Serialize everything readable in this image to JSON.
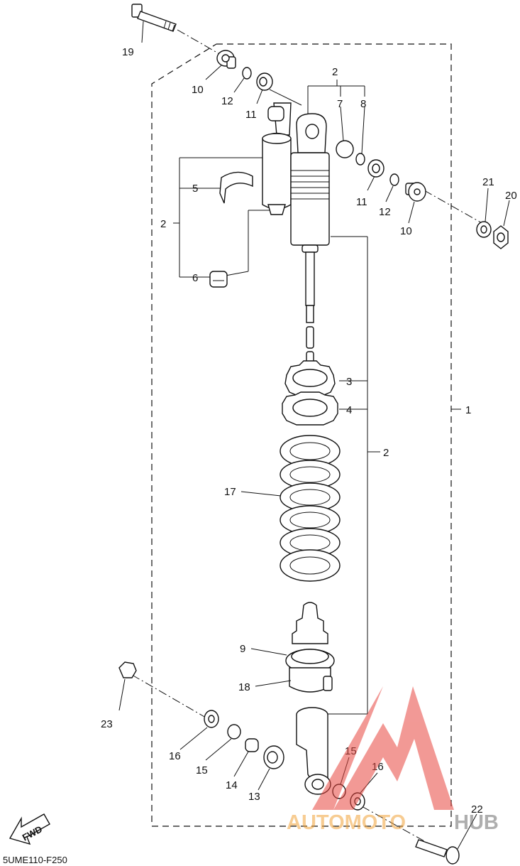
{
  "diagram": {
    "code": "5UME110-F250",
    "fwd_label": "FWD",
    "labels": {
      "l1": "1",
      "l2a": "2",
      "l2b": "2",
      "l2c": "2",
      "l3": "3",
      "l4": "4",
      "l5": "5",
      "l6": "6",
      "l7": "7",
      "l8": "8",
      "l9": "9",
      "l10a": "10",
      "l10b": "10",
      "l11a": "11",
      "l11b": "11",
      "l12a": "12",
      "l12b": "12",
      "l13": "13",
      "l14": "14",
      "l15a": "15",
      "l15b": "15",
      "l16a": "16",
      "l16b": "16",
      "l17": "17",
      "l18": "18",
      "l19": "19",
      "l20": "20",
      "l21": "21",
      "l22": "22",
      "l23": "23"
    }
  },
  "watermark": {
    "brand_a": "AUTOMOTO",
    "brand_b": "HUB",
    "color_red": "#e8463f",
    "color_orange": "#f2a33a",
    "color_gray": "#6d6d6d"
  }
}
